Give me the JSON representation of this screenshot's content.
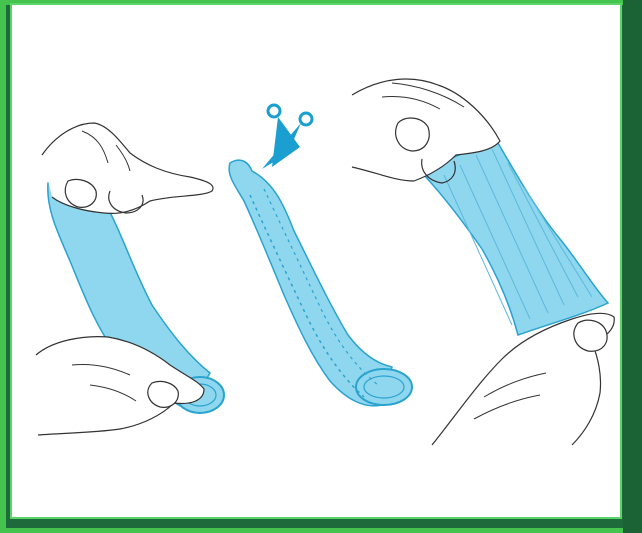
{
  "illustration": {
    "steps": [
      {
        "name": "condom-unrolled-held-by-hands"
      },
      {
        "name": "condom-cut-with-scissors"
      },
      {
        "name": "condom-stretched-into-sheet"
      }
    ],
    "icons": [
      "scissors-icon"
    ],
    "colors": {
      "frame_green": "#44c44f",
      "panel_border": "#5bd46a",
      "dark_green": "#1f6a3a",
      "condom_fill": "#8fd7ee",
      "condom_stroke": "#2aa3cf",
      "scissors": "#1a9fd0",
      "line": "#333333"
    }
  }
}
